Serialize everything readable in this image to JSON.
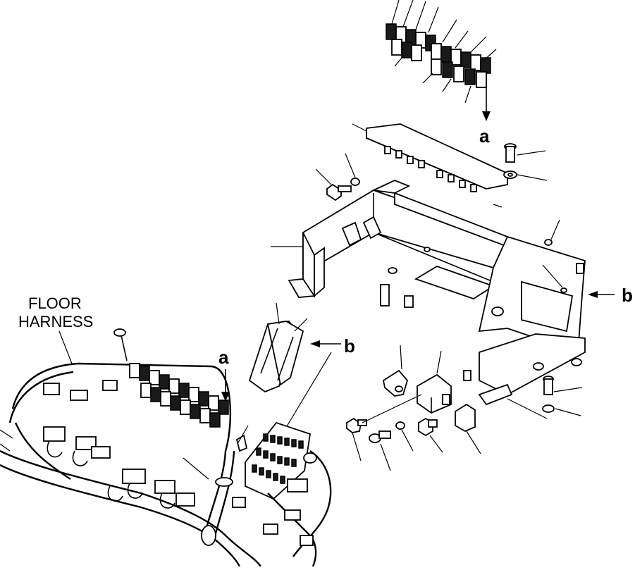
{
  "diagram": {
    "label_floor": "FLOOR",
    "label_harness": "HARNESS",
    "ref_a_top": "a",
    "ref_a_bottom": "a",
    "ref_b_right": "b",
    "ref_b_middle": "b"
  }
}
